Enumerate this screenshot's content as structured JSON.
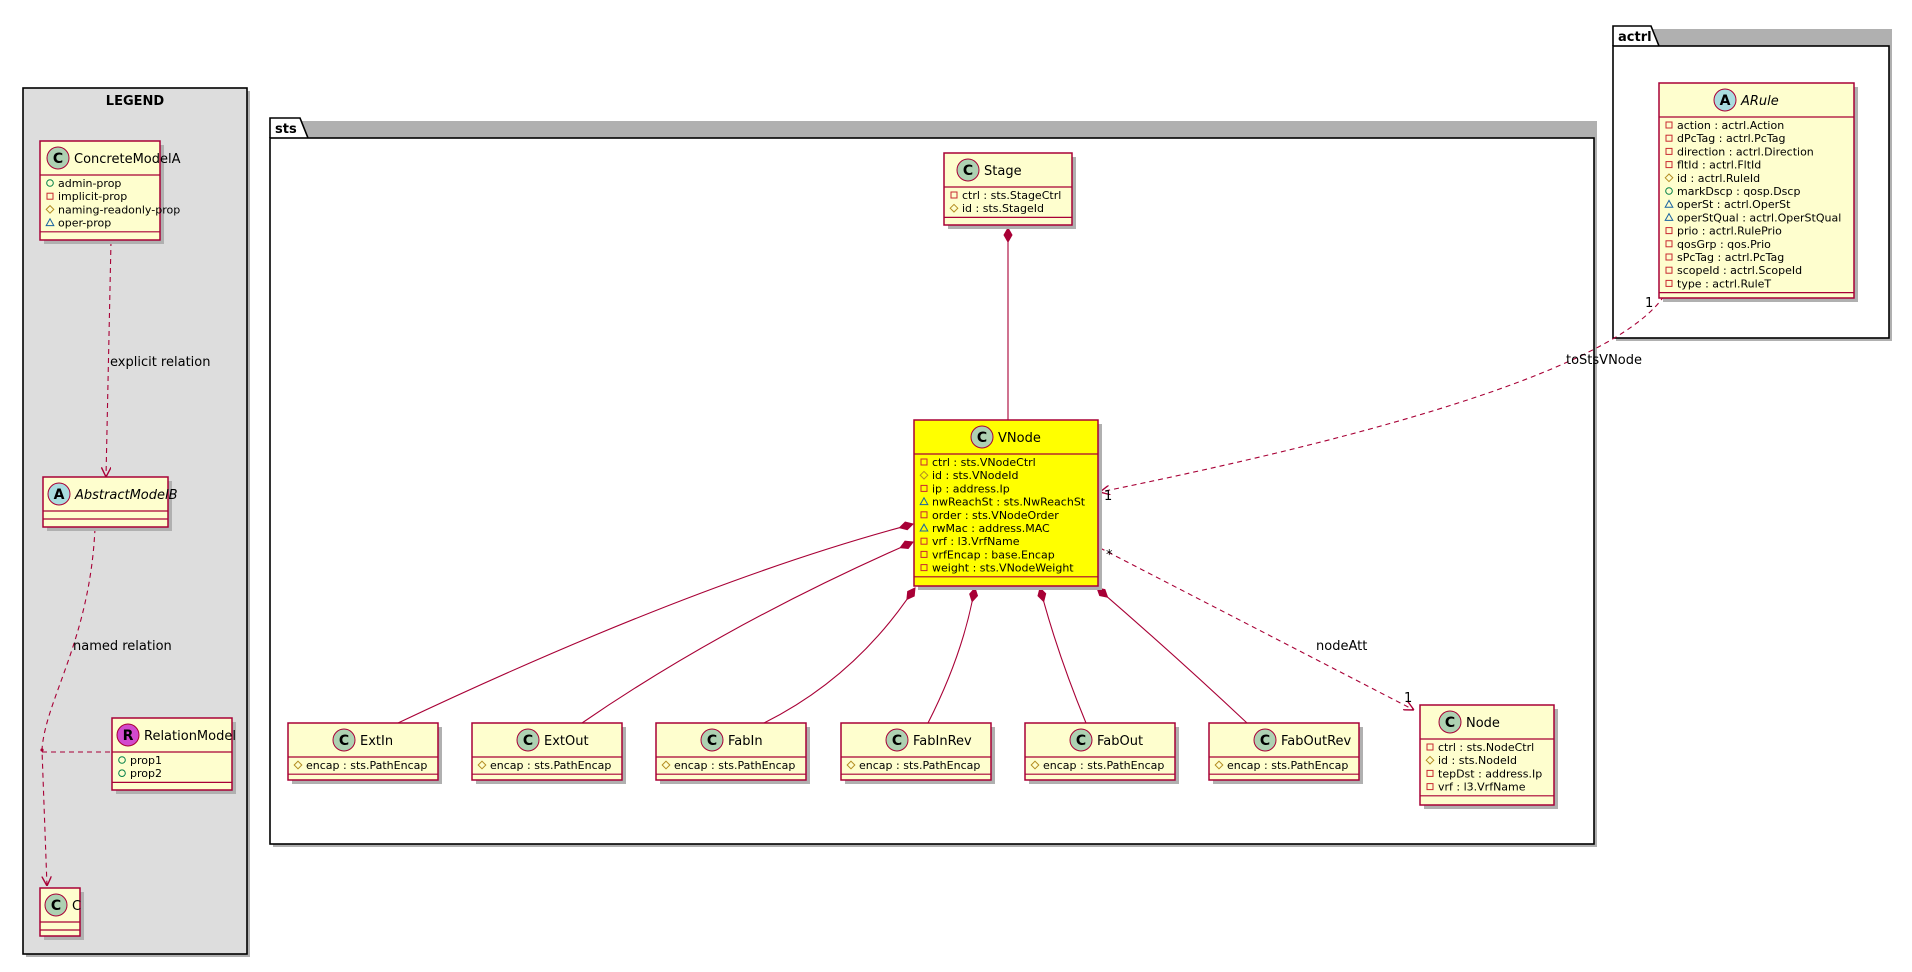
{
  "legend": {
    "title": "LEGEND",
    "concrete_class": {
      "letter": "C",
      "name": "ConcreteModelA",
      "attrs": [
        {
          "vis": "+",
          "text": "admin-prop"
        },
        {
          "vis": "-",
          "text": "implicit-prop"
        },
        {
          "vis": "#",
          "text": "naming-readonly-prop"
        },
        {
          "vis": "~",
          "text": "oper-prop"
        }
      ]
    },
    "abstract_class": {
      "letter": "A",
      "name": "AbstractModelB"
    },
    "relation_class": {
      "letter": "R",
      "name": "RelationModel",
      "attrs": [
        {
          "vis": "+",
          "text": "prop1"
        },
        {
          "vis": "+",
          "text": "prop2"
        }
      ]
    },
    "c_class": {
      "letter": "C",
      "name": "C"
    },
    "explicit_relation_label": "explicit relation",
    "named_relation_label": "named relation"
  },
  "sts": {
    "package_name": "sts",
    "stage": {
      "name": "Stage",
      "attrs": [
        {
          "vis": "-",
          "text": "ctrl : sts.StageCtrl"
        },
        {
          "vis": "#",
          "text": "id : sts.StageId"
        }
      ]
    },
    "vnode": {
      "name": "VNode",
      "attrs": [
        {
          "vis": "-",
          "text": "ctrl : sts.VNodeCtrl"
        },
        {
          "vis": "#",
          "text": "id : sts.VNodeId"
        },
        {
          "vis": "-",
          "text": "ip : address.Ip"
        },
        {
          "vis": "~",
          "text": "nwReachSt : sts.NwReachSt"
        },
        {
          "vis": "-",
          "text": "order : sts.VNodeOrder"
        },
        {
          "vis": "~",
          "text": "rwMac : address.MAC"
        },
        {
          "vis": "-",
          "text": "vrf : l3.VrfName"
        },
        {
          "vis": "-",
          "text": "vrfEncap : base.Encap"
        },
        {
          "vis": "-",
          "text": "weight : sts.VNodeWeight"
        }
      ]
    },
    "children": [
      {
        "name": "ExtIn",
        "attr": "encap : sts.PathEncap"
      },
      {
        "name": "ExtOut",
        "attr": "encap : sts.PathEncap"
      },
      {
        "name": "FabIn",
        "attr": "encap : sts.PathEncap"
      },
      {
        "name": "FabInRev",
        "attr": "encap : sts.PathEncap"
      },
      {
        "name": "FabOut",
        "attr": "encap : sts.PathEncap"
      },
      {
        "name": "FabOutRev",
        "attr": "encap : sts.PathEncap"
      }
    ],
    "node": {
      "name": "Node",
      "attrs": [
        {
          "vis": "-",
          "text": "ctrl : sts.NodeCtrl"
        },
        {
          "vis": "#",
          "text": "id : sts.NodeId"
        },
        {
          "vis": "-",
          "text": "tepDst : address.Ip"
        },
        {
          "vis": "-",
          "text": "vrf : l3.VrfName"
        }
      ]
    },
    "node_att": {
      "label": "nodeAtt",
      "from_mult": "*",
      "to_mult": "1"
    }
  },
  "actrl": {
    "package_name": "actrl",
    "arule": {
      "letter": "A",
      "name": "ARule",
      "attrs": [
        {
          "vis": "-",
          "text": "action : actrl.Action"
        },
        {
          "vis": "-",
          "text": "dPcTag : actrl.PcTag"
        },
        {
          "vis": "-",
          "text": "direction : actrl.Direction"
        },
        {
          "vis": "-",
          "text": "fltId : actrl.FltId"
        },
        {
          "vis": "#",
          "text": "id : actrl.RuleId"
        },
        {
          "vis": "+",
          "text": "markDscp : qosp.Dscp"
        },
        {
          "vis": "~",
          "text": "operSt : actrl.OperSt"
        },
        {
          "vis": "~",
          "text": "operStQual : actrl.OperStQual"
        },
        {
          "vis": "-",
          "text": "prio : actrl.RulePrio"
        },
        {
          "vis": "-",
          "text": "qosGrp : qos.Prio"
        },
        {
          "vis": "-",
          "text": "sPcTag : actrl.PcTag"
        },
        {
          "vis": "-",
          "text": "scopeId : actrl.ScopeId"
        },
        {
          "vis": "-",
          "text": "type : actrl.RuleT"
        }
      ]
    },
    "to_sts_vnode": {
      "label": "toStsVNode",
      "from_mult": "1",
      "to_mult": "1"
    }
  },
  "colors": {
    "class_fill": "#FEFECE",
    "class_border": "#A80036",
    "highlight_fill": "#FFFF00",
    "legend_fill": "#DDDDDD",
    "circle_c": "#ADD1B2",
    "circle_a": "#A9DCDF",
    "circle_r": "#D24ACE",
    "shadow": "#B0B0B0"
  }
}
